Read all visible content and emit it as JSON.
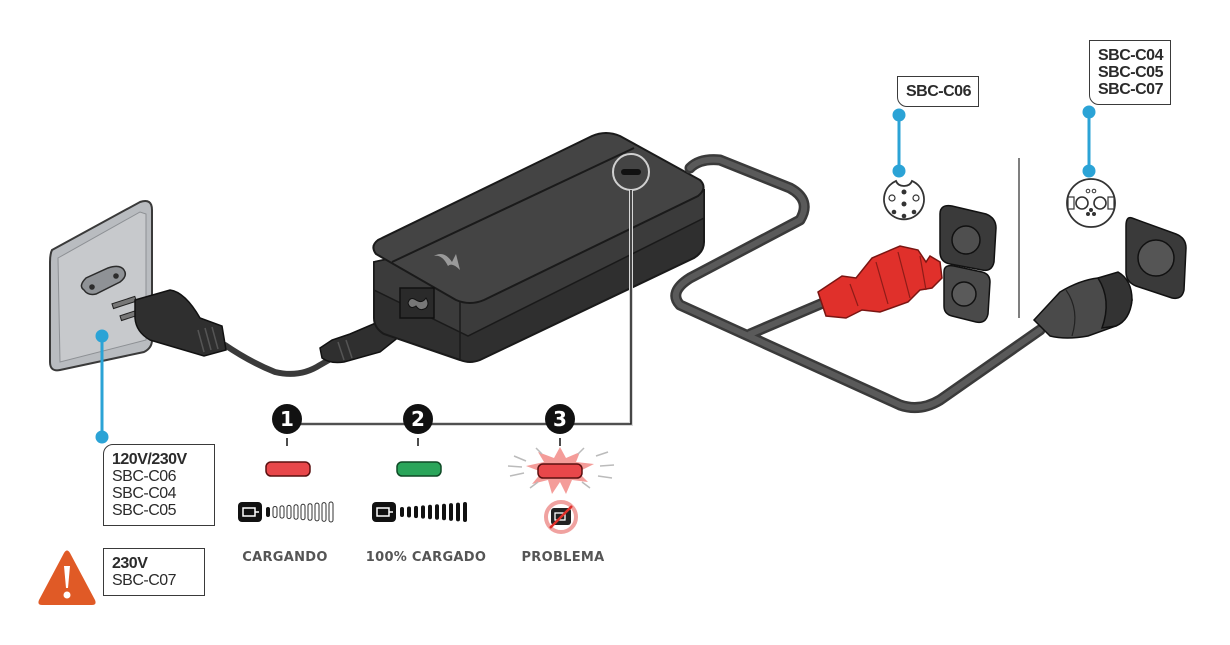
{
  "labels": {
    "outlet_label": {
      "lines": [
        "120V/230V",
        "SBC-C06",
        "SBC-C04",
        "SBC-C05"
      ]
    },
    "warning_label": {
      "lines": [
        "230V",
        "SBC-C07"
      ]
    },
    "connector_red_label": {
      "lines": [
        "SBC-C06"
      ]
    },
    "connector_grey_label": {
      "lines": [
        "SBC-C04",
        "SBC-C05",
        "SBC-C07"
      ]
    }
  },
  "states": [
    {
      "number": "1",
      "label": "CARGANDO",
      "led_color": "#e8474a",
      "battery_level": 0.1,
      "status": "charging"
    },
    {
      "number": "2",
      "label": "100% CARGADO",
      "led_color": "#2aa55a",
      "battery_level": 1.0,
      "status": "charged"
    },
    {
      "number": "3",
      "label": "PROBLEMA",
      "led_color": "#e8474a",
      "battery_level": null,
      "status": "error"
    }
  ],
  "icons": {
    "warning": "warning-triangle-icon",
    "battery": "battery-icon",
    "battery_error": "battery-error-icon",
    "charger_logo": "lightning-logo-icon"
  },
  "colors": {
    "callout_blue": "#2ba3d6",
    "charger_body": "#3d3d3d",
    "cable": "#4a4a4a",
    "red_connector": "#e0302b",
    "warning_orange": "#e05a26",
    "led_red": "#e8474a",
    "led_green": "#2aa55a"
  }
}
